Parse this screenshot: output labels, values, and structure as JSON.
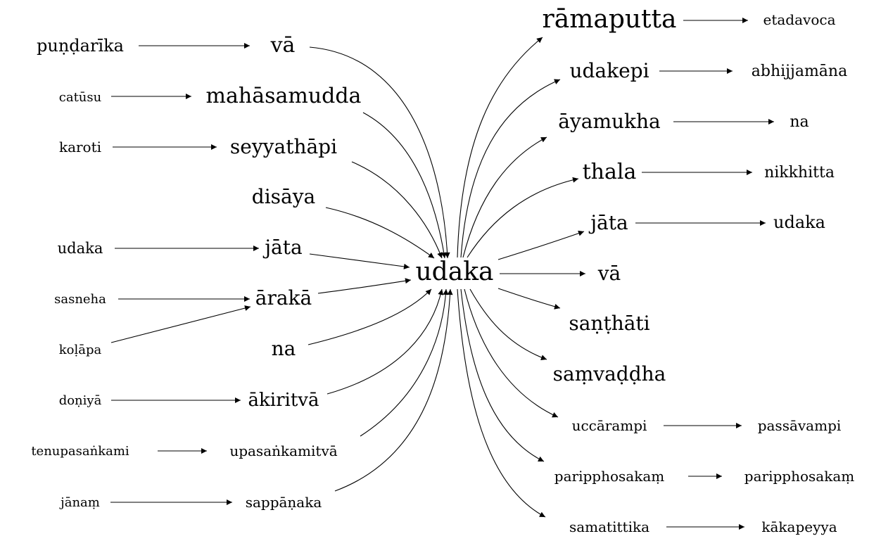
{
  "center": "udaka",
  "left_col1": [
    "puṇḍarīka",
    "catūsu",
    "karoti",
    "udaka",
    "sasneha",
    "koḷāpa",
    "doṇiyā",
    "tenupasaṅkami",
    "jānaṃ"
  ],
  "left_col2": [
    "vā",
    "mahāsamudda",
    "seyyathāpi",
    "disāya",
    "jāta",
    "ārakā",
    "na",
    "ākiritvā",
    "upasaṅkamitvā",
    "sappāṇaka"
  ],
  "right_col1": [
    "rāmaputta",
    "udakepi",
    "āyamukha",
    "thala",
    "jāta",
    "vā",
    "saṇṭhāti",
    "saṃvaḍḍha",
    "uccārampi",
    "paripphosakaṃ",
    "samatittika"
  ],
  "right_col2": [
    "etadavoca",
    "abhijjamāna",
    "na",
    "nikkhitta",
    "udaka",
    "passāvampi",
    "paripphosakaṃ",
    "kākapeyya"
  ]
}
